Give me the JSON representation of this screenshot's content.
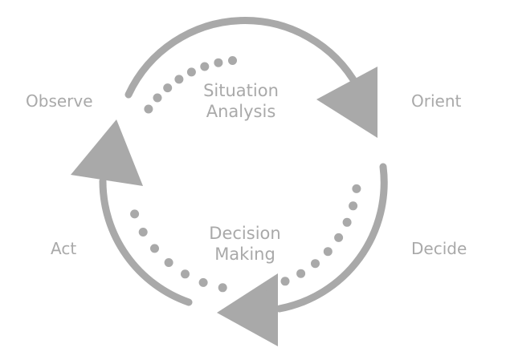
{
  "colors": {
    "stroke": "#a9a9a9",
    "text": "#a9a9a9",
    "background": "#ffffff"
  },
  "stages": {
    "observe": "Observe",
    "orient": "Orient",
    "decide": "Decide",
    "act": "Act"
  },
  "center": {
    "upper": [
      "Situation",
      "Analysis"
    ],
    "lower": [
      "Decision",
      "Making"
    ]
  }
}
